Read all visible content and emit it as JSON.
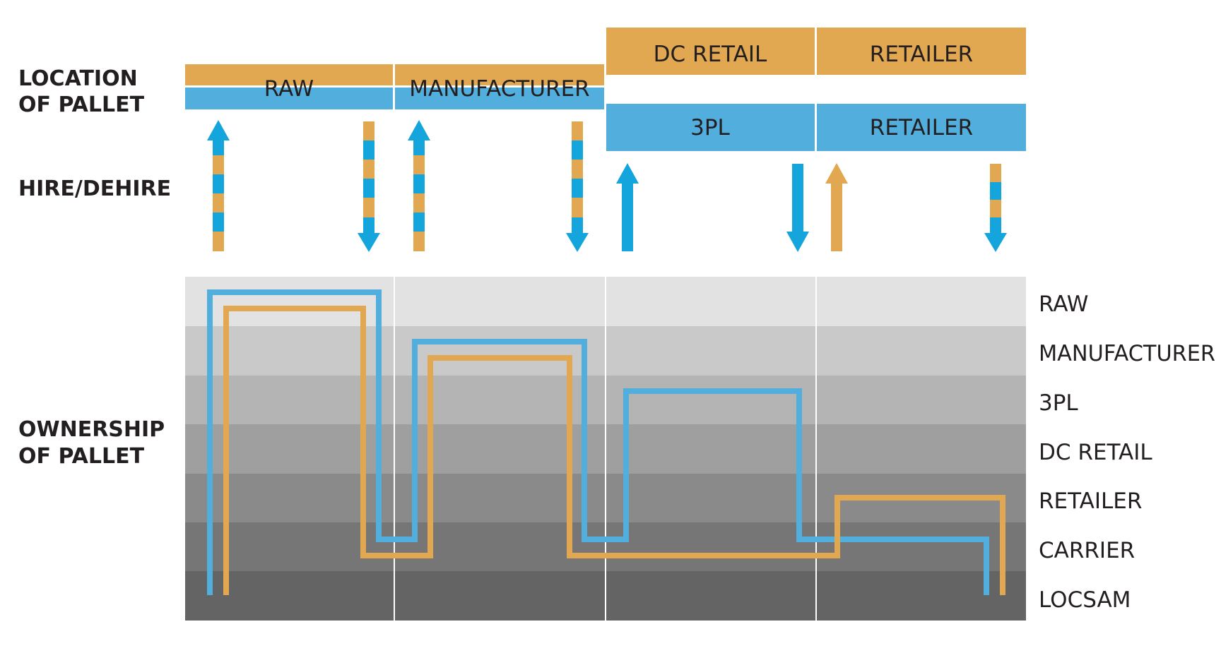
{
  "colors": {
    "blue": "#52aedd",
    "blue_dark": "#14a5dc",
    "orange": "#e1a851"
  },
  "row_labels": {
    "location_line1": "LOCATION",
    "location_line2": "OF PALLET",
    "hire": "HIRE/DEHIRE",
    "ownership_line1": "OWNERSHIP",
    "ownership_line2": "OF PALLET"
  },
  "location": {
    "raw": "RAW",
    "manufacturer": "MANUFACTURER",
    "dc_retail": "DC RETAIL",
    "retailer_top": "RETAILER",
    "threepl": "3PL",
    "retailer_bottom": "RETAILER"
  },
  "ownership_levels": [
    "RAW",
    "MANUFACTURER",
    "3PL",
    "DC RETAIL",
    "RETAILER",
    "CARRIER",
    "LOCSAM"
  ]
}
